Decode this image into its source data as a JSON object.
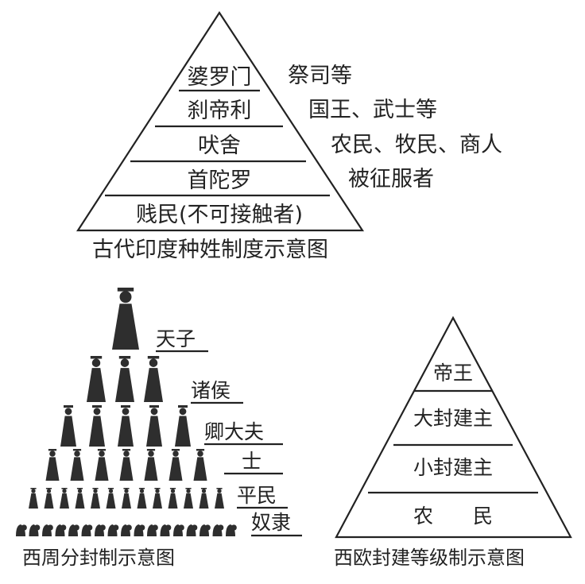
{
  "india": {
    "tiers": [
      {
        "caste": "婆罗门",
        "members": "祭司等"
      },
      {
        "caste": "刹帝利",
        "members": "国王、武士等"
      },
      {
        "caste": "吠舍",
        "members": "农民、牧民、商人"
      },
      {
        "caste": "首陀罗",
        "members": "被征服者"
      },
      {
        "caste": "贱民(不可接触者)",
        "members": ""
      }
    ],
    "caption": "古代印度种姓制度示意图"
  },
  "zhou": {
    "levels": [
      {
        "label": "天子",
        "figures": 1
      },
      {
        "label": "诸侯",
        "figures": 3
      },
      {
        "label": "卿大夫",
        "figures": 5
      },
      {
        "label": "士",
        "figures": 7
      },
      {
        "label": "平民",
        "figures": 13
      },
      {
        "label": "奴隶",
        "figures": 17
      }
    ],
    "caption": "西周分封制示意图"
  },
  "europe": {
    "tiers": [
      "帝王",
      "大封建主",
      "小封建主",
      "农　　民"
    ],
    "caption": "西欧封建等级制示意图"
  }
}
